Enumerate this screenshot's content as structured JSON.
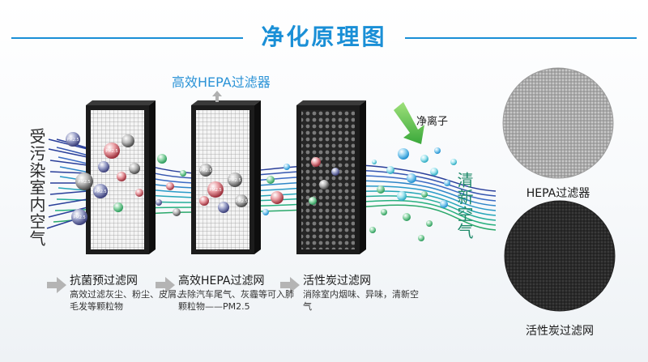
{
  "title": "净化原理图",
  "inlet_label": "受污染室内空气",
  "outlet_label": "清新空气",
  "hepa_top_label": "高效HEPA过滤器",
  "ion_label": "净离子",
  "particle_label": "PM2.5",
  "steps": [
    {
      "title": "抗菌预过滤网",
      "desc": "高效过滤灰尘、粉尘、皮屑、毛发等颗粒物"
    },
    {
      "title": "高效HEPA过滤网",
      "desc": "去除汽车尾气、灰霾等可入肺颗粒物——PM2.5"
    },
    {
      "title": "活性炭过滤网",
      "desc": "消除室内烟味、异味，清新空气"
    }
  ],
  "materials": [
    {
      "name": "HEPA过滤器",
      "icon": "hepa-mesh-texture"
    },
    {
      "name": "活性炭过滤网",
      "icon": "carbon-mesh-texture"
    }
  ],
  "colors": {
    "accent": "#1a8fd6",
    "flow_dirty": "#2a3f9a",
    "flow_clean": "#2aa86a",
    "carbon": "#2b2b2b",
    "filter_frame": "#1c1c1c"
  }
}
